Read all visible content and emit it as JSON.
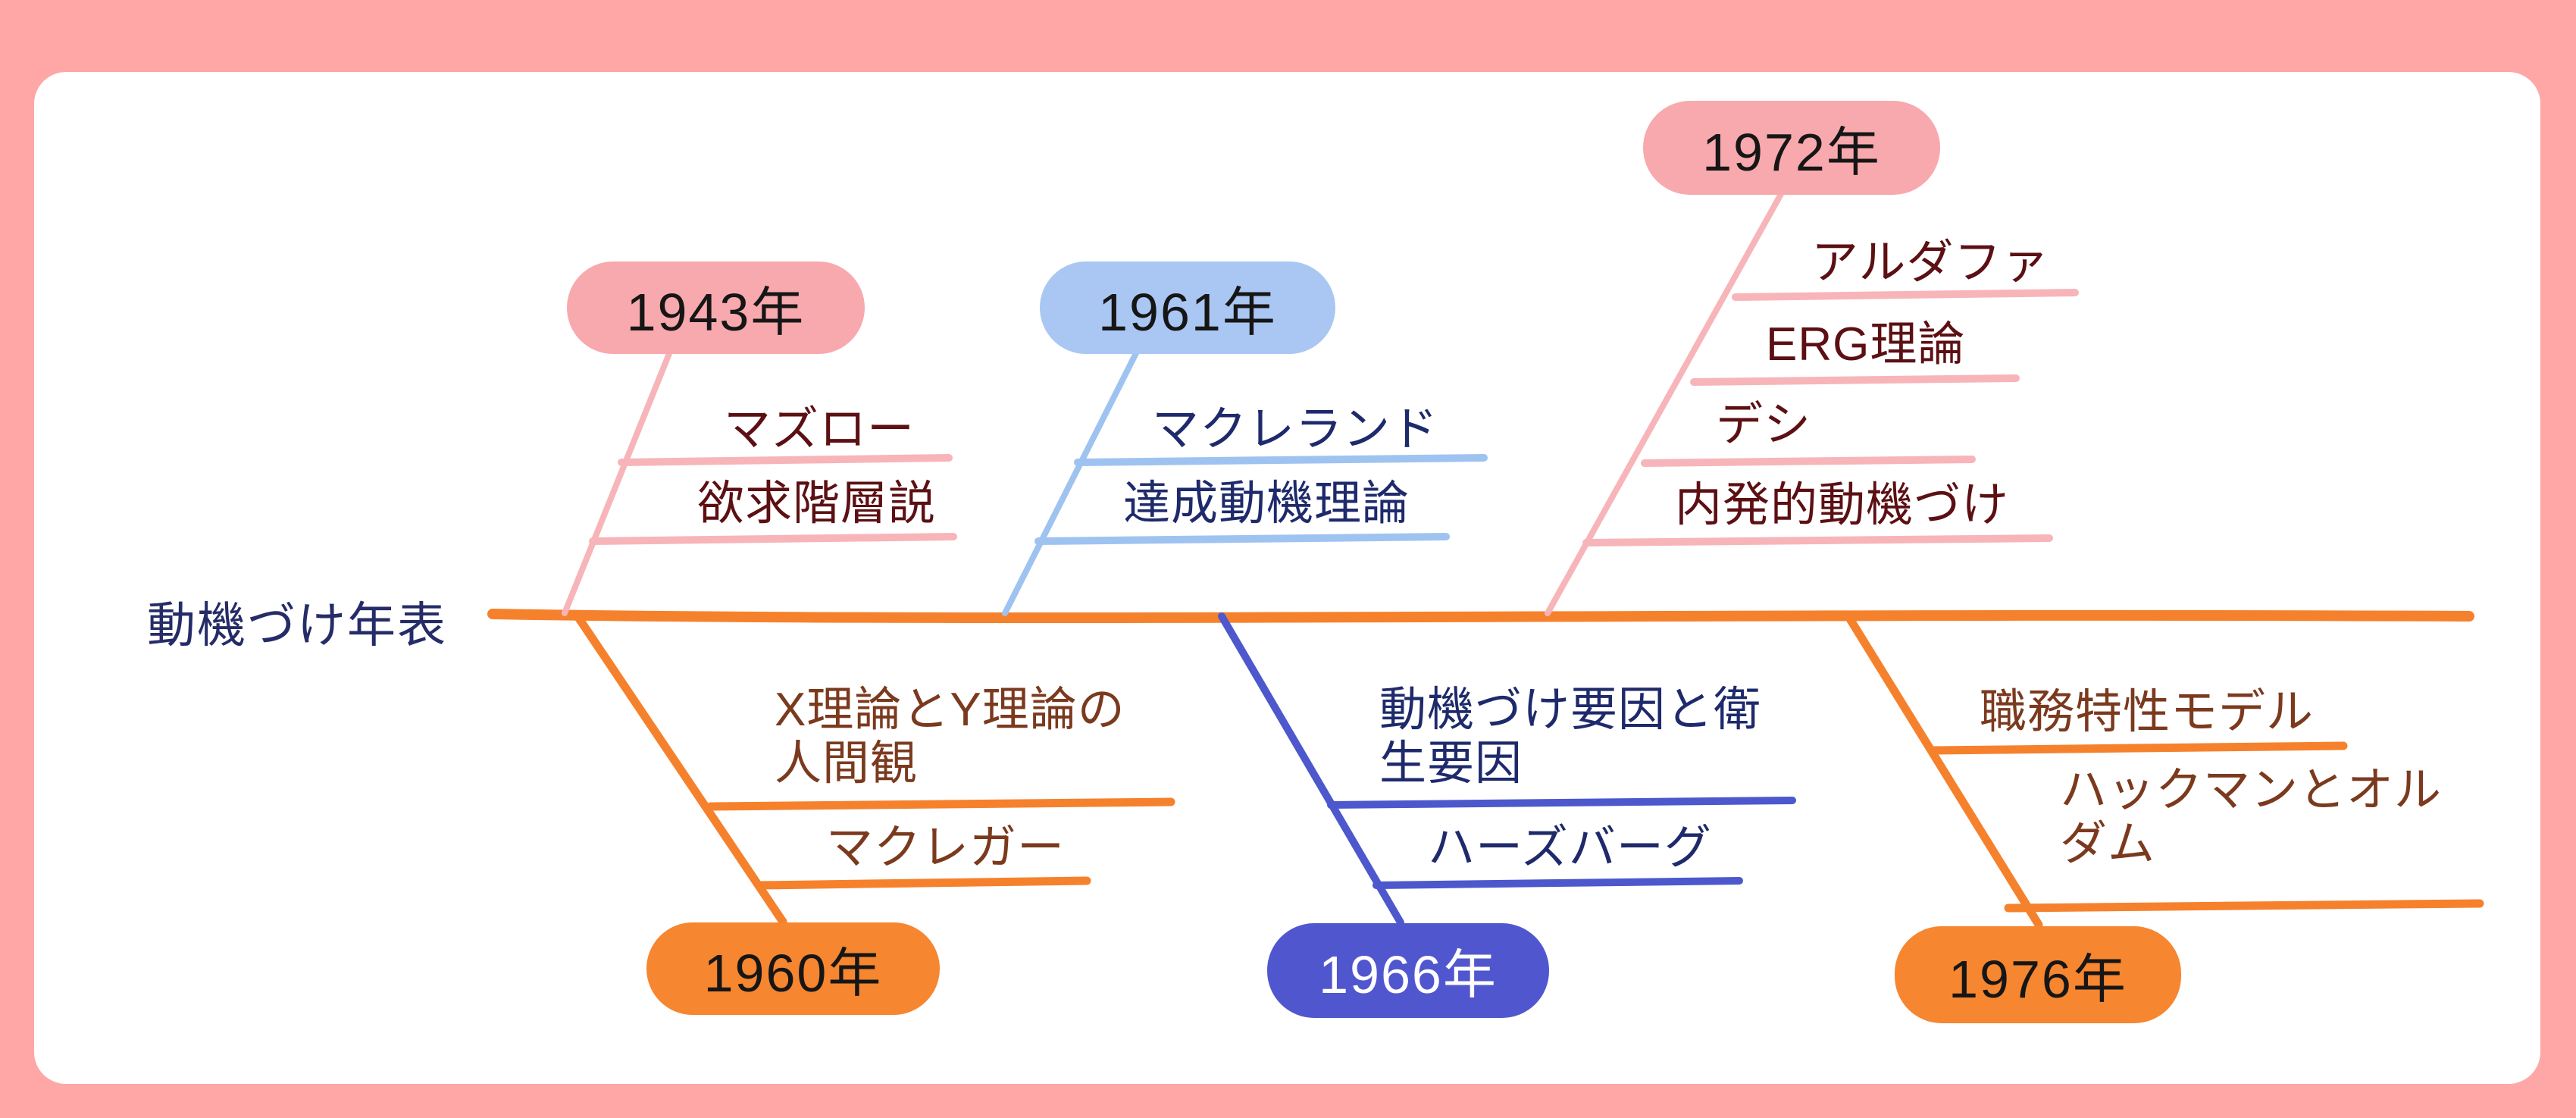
{
  "title": "動機づけ年表",
  "colors": {
    "frame_pink": "#FFA7A7",
    "sheet_white": "#FFFFFF",
    "spine_orange": "#F6812D",
    "pink_bubble": "#F8A9AE",
    "pink_line": "#F7B5B9",
    "blue_bubble": "#A9C7F2",
    "blue_line": "#9FC3F0",
    "indigo_bubble": "#5057CE",
    "indigo_line": "#4C58CC",
    "orange_bubble": "#F6862F",
    "maroon_text": "#5C1013",
    "navy_text": "#1E2A6B",
    "brown_text": "#7B3A1E",
    "title_text": "#252C67"
  },
  "branches": {
    "y1943": {
      "year": "1943年",
      "side": "top",
      "items": [
        "マズロー",
        "欲求階層説"
      ]
    },
    "y1961": {
      "year": "1961年",
      "side": "top",
      "items": [
        "マクレランド",
        "達成動機理論"
      ]
    },
    "y1972": {
      "year": "1972年",
      "side": "top",
      "items": [
        "アルダファ",
        "ERG理論",
        "デシ",
        "内発的動機づけ"
      ]
    },
    "y1960": {
      "year": "1960年",
      "side": "bottom",
      "items": [
        "X理論とY理論の人間観",
        "マクレガー"
      ]
    },
    "y1966": {
      "year": "1966年",
      "side": "bottom",
      "items": [
        "動機づけ要因と衛生要因",
        "ハーズバーグ"
      ]
    },
    "y1976": {
      "year": "1976年",
      "side": "bottom",
      "items": [
        "職務特性モデル",
        "ハックマンとオルダム"
      ]
    }
  }
}
